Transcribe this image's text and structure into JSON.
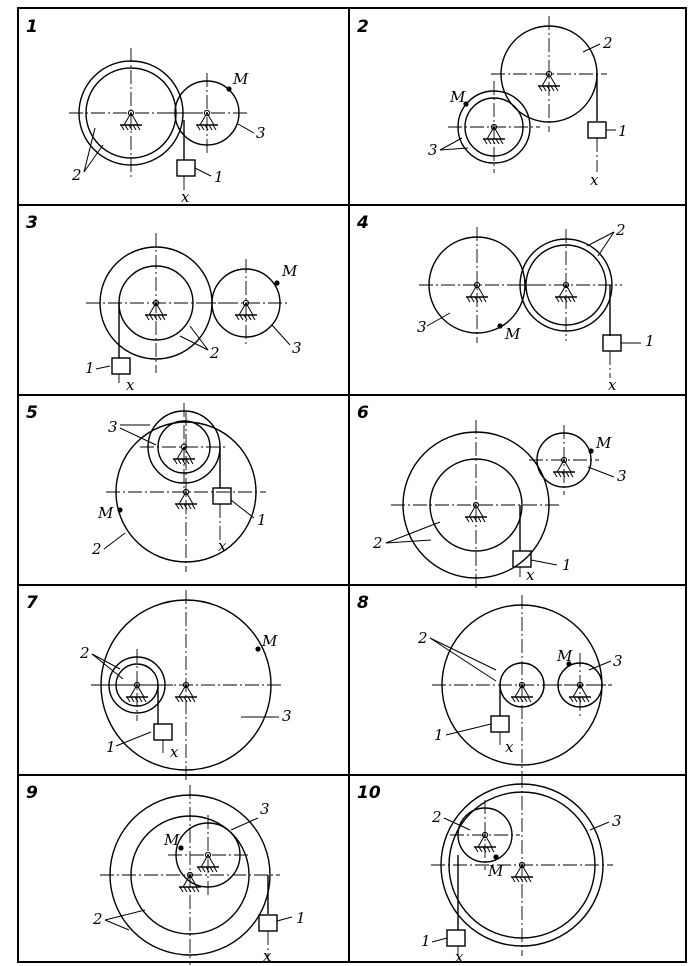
{
  "labels": {
    "mass": "1",
    "wheel_2": "2",
    "wheel_3": "3",
    "point": "M",
    "coord": "x"
  },
  "panels": [
    {
      "number": "1"
    },
    {
      "number": "2"
    },
    {
      "number": "3"
    },
    {
      "number": "4"
    },
    {
      "number": "5"
    },
    {
      "number": "6"
    },
    {
      "number": "7"
    },
    {
      "number": "8"
    },
    {
      "number": "9"
    },
    {
      "number": "10"
    }
  ]
}
